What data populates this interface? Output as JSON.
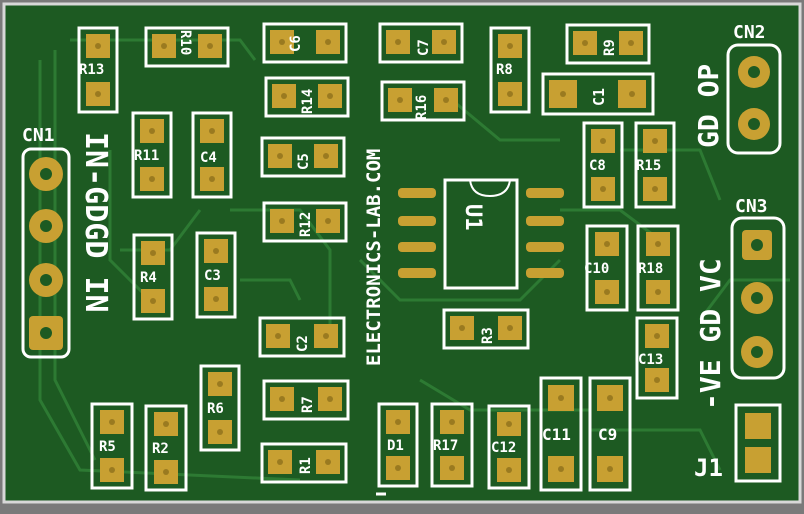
{
  "board": {
    "colors": {
      "substrate": "#1d5a22",
      "trace": "#2e7d34",
      "copper": "#c8a032",
      "silk": "#ffffff",
      "edge": "#d8d8d8"
    },
    "site_label": "ELECTRONICS-LAB.COM",
    "ic_label": "U1"
  },
  "connectors": {
    "cn1": {
      "label": "CN1"
    },
    "cn2": {
      "label": "CN2"
    },
    "cn3": {
      "label": "CN3"
    },
    "j1": {
      "label": "J1"
    }
  },
  "edge_labels": {
    "left": "IN-GDGD IN",
    "right_top": "GD OP",
    "right_mid": "-VE GD VC"
  },
  "components": {
    "r1": "R1",
    "r2": "R2",
    "r3": "R3",
    "r4": "R4",
    "r5": "R5",
    "r6": "R6",
    "r7": "R7",
    "r8": "R8",
    "r9": "R9",
    "r10": "R10",
    "r11": "R11",
    "r12": "R12",
    "r13": "R13",
    "r14": "R14",
    "r15": "R15",
    "r16": "R16",
    "r17": "R17",
    "r18": "R18",
    "c1": "C1",
    "c2": "C2",
    "c3": "C3",
    "c4": "C4",
    "c5": "C5",
    "c6": "C6",
    "c7": "C7",
    "c8": "C8",
    "c9": "C9",
    "c10": "C10",
    "c11": "C11",
    "c12": "C12",
    "c13": "C13",
    "d1": "D1"
  }
}
